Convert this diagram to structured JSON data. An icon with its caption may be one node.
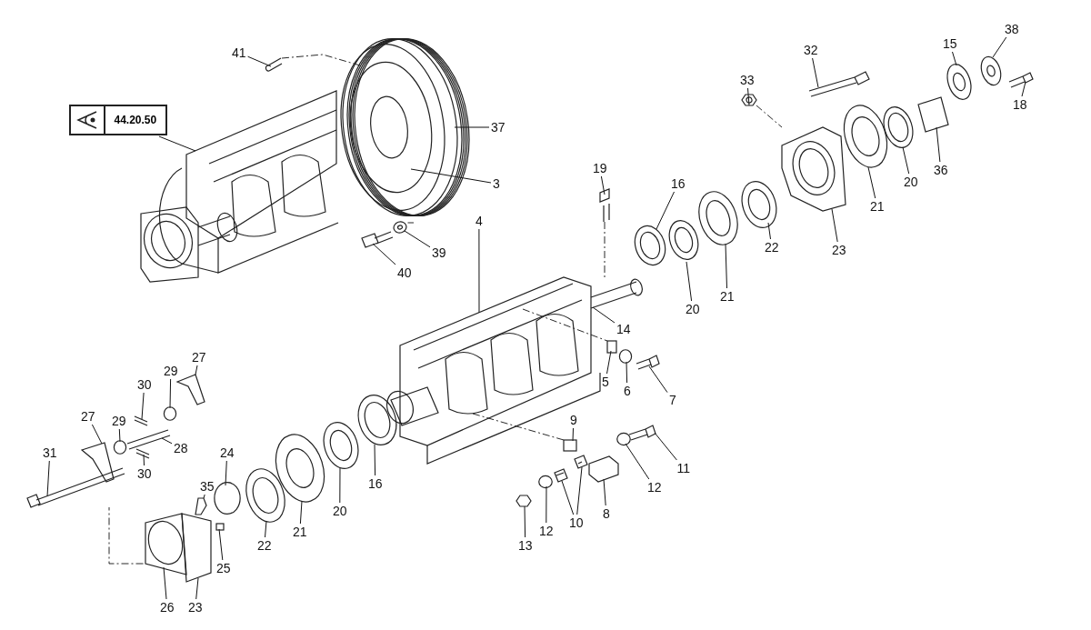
{
  "diagram": {
    "nodes": [
      {
        "text": [
          "41"
        ]
      },
      {
        "text": [
          "44.20.50"
        ]
      },
      {
        "text": [
          "37"
        ]
      },
      {
        "text": [
          "3"
        ]
      },
      {
        "text": [
          "39"
        ]
      },
      {
        "text": [
          "40"
        ]
      },
      {
        "text": [
          "4"
        ]
      },
      {
        "text": [
          "19"
        ]
      },
      {
        "text": [
          "16"
        ]
      },
      {
        "text": [
          "20"
        ]
      },
      {
        "text": [
          "21"
        ]
      },
      {
        "text": [
          "22"
        ]
      },
      {
        "text": [
          "14"
        ]
      },
      {
        "text": [
          "5"
        ]
      },
      {
        "text": [
          "6"
        ]
      },
      {
        "text": [
          "7"
        ]
      },
      {
        "text": [
          "33"
        ]
      },
      {
        "text": [
          "32"
        ]
      },
      {
        "text": [
          "15"
        ]
      },
      {
        "text": [
          "38"
        ]
      },
      {
        "text": [
          "18"
        ]
      },
      {
        "text": [
          "36"
        ]
      },
      {
        "text": [
          "20"
        ]
      },
      {
        "text": [
          "21"
        ]
      },
      {
        "text": [
          "23"
        ]
      },
      {
        "text": [
          "9"
        ]
      },
      {
        "text": [
          "11"
        ]
      },
      {
        "text": [
          "12"
        ]
      },
      {
        "text": [
          "8"
        ]
      },
      {
        "text": [
          "10"
        ]
      },
      {
        "text": [
          "12"
        ]
      },
      {
        "text": [
          "13"
        ]
      },
      {
        "text": [
          "16"
        ]
      },
      {
        "text": [
          "20"
        ]
      },
      {
        "text": [
          "21"
        ]
      },
      {
        "text": [
          "22"
        ]
      },
      {
        "text": [
          "24"
        ]
      },
      {
        "text": [
          "35"
        ]
      },
      {
        "text": [
          "25"
        ]
      },
      {
        "text": [
          "26"
        ]
      },
      {
        "text": [
          "23"
        ]
      },
      {
        "text": [
          "27"
        ]
      },
      {
        "text": [
          "29"
        ]
      },
      {
        "text": [
          "30"
        ]
      },
      {
        "text": [
          "27"
        ]
      },
      {
        "text": [
          "29"
        ]
      },
      {
        "text": [
          "28"
        ]
      },
      {
        "text": [
          "30"
        ]
      },
      {
        "text": [
          "31"
        ]
      },
      {
        "text": [],
        "shape": "picture"
      },
      {
        "text": [],
        "shape": "picture"
      },
      {
        "text": [],
        "shape": "picture"
      },
      {
        "text": [],
        "shape": "picture"
      },
      {
        "text": [],
        "shape": "picture"
      },
      {
        "text": [],
        "shape": "picture"
      },
      {
        "text": [],
        "shape": "picture"
      },
      {
        "text": [],
        "shape": "picture"
      },
      {
        "text": [],
        "shape": "picture"
      },
      {
        "text": [],
        "shape": "picture"
      },
      {
        "text": [],
        "shape": "picture"
      },
      {
        "text": [],
        "shape": "picture"
      },
      {
        "text": [],
        "shape": "picture"
      },
      {
        "text": [],
        "shape": "box"
      },
      {
        "text": [],
        "shape": "circle"
      },
      {
        "text": [],
        "shape": "picture"
      },
      {
        "text": [],
        "shape": "picture"
      },
      {
        "text": [],
        "shape": "picture"
      },
      {
        "text": [],
        "shape": "picture"
      },
      {
        "text": [],
        "shape": "picture"
      },
      {
        "text": [],
        "shape": "picture"
      },
      {
        "text": [],
        "shape": "picture"
      },
      {
        "text": [],
        "shape": "picture"
      },
      {
        "text": [],
        "shape": "picture"
      },
      {
        "text": [],
        "shape": "picture"
      },
      {
        "text": [],
        "shape": "box"
      },
      {
        "text": [],
        "shape": "picture"
      },
      {
        "text": [],
        "shape": "circle"
      },
      {
        "text": [],
        "shape": "picture"
      },
      {
        "text": [],
        "shape": "picture"
      },
      {
        "text": [],
        "shape": "picture"
      },
      {
        "text": [],
        "shape": "circle"
      },
      {
        "text": [],
        "shape": "picture"
      },
      {
        "text": [],
        "shape": "picture"
      },
      {
        "text": [],
        "shape": "picture"
      },
      {
        "text": [],
        "shape": "picture"
      },
      {
        "text": [],
        "shape": "picture"
      },
      {
        "text": [],
        "shape": "circle"
      },
      {
        "text": [],
        "shape": "picture"
      },
      {
        "text": [],
        "shape": "box"
      },
      {
        "text": [],
        "shape": "picture"
      },
      {
        "text": [],
        "shape": "picture"
      },
      {
        "text": [],
        "shape": "picture"
      },
      {
        "text": [],
        "shape": "circle"
      },
      {
        "text": [],
        "shape": "picture"
      },
      {
        "text": [],
        "shape": "picture"
      },
      {
        "text": [],
        "shape": "circle"
      },
      {
        "text": [],
        "shape": "picture"
      },
      {
        "text": [],
        "shape": "picture"
      },
      {
        "text": [],
        "shape": "picture"
      }
    ],
    "edges": [
      {
        "from": 0,
        "to": 49,
        "arrow": "none"
      },
      {
        "from": 1,
        "to": 50,
        "arrow": "none"
      },
      {
        "from": 2,
        "to": 51,
        "arrow": "none"
      },
      {
        "from": 3,
        "to": 52,
        "arrow": "none"
      },
      {
        "from": 4,
        "to": 53,
        "arrow": "none"
      },
      {
        "from": 5,
        "to": 54,
        "arrow": "none"
      },
      {
        "from": 6,
        "to": 55,
        "arrow": "none"
      },
      {
        "from": 7,
        "to": 56,
        "arrow": "none"
      },
      {
        "from": 8,
        "to": 57,
        "arrow": "none"
      },
      {
        "from": 9,
        "to": 58,
        "arrow": "none"
      },
      {
        "from": 10,
        "to": 59,
        "arrow": "none"
      },
      {
        "from": 11,
        "to": 60,
        "arrow": "none"
      },
      {
        "from": 12,
        "to": 61,
        "arrow": "none"
      },
      {
        "from": 13,
        "to": 62,
        "arrow": "none"
      },
      {
        "from": 14,
        "to": 63,
        "arrow": "none"
      },
      {
        "from": 15,
        "to": 64,
        "arrow": "none"
      },
      {
        "from": 16,
        "to": 65,
        "arrow": "none"
      },
      {
        "from": 17,
        "to": 66,
        "arrow": "none"
      },
      {
        "from": 18,
        "to": 67,
        "arrow": "none"
      },
      {
        "from": 19,
        "to": 68,
        "arrow": "none"
      },
      {
        "from": 20,
        "to": 69,
        "arrow": "none"
      },
      {
        "from": 21,
        "to": 70,
        "arrow": "none"
      },
      {
        "from": 22,
        "to": 71,
        "arrow": "none"
      },
      {
        "from": 23,
        "to": 72,
        "arrow": "none"
      },
      {
        "from": 24,
        "to": 73,
        "arrow": "none"
      },
      {
        "from": 25,
        "to": 74,
        "arrow": "none"
      },
      {
        "from": 26,
        "to": 75,
        "arrow": "none"
      },
      {
        "from": 27,
        "to": 76,
        "arrow": "none"
      },
      {
        "from": 28,
        "to": 77,
        "arrow": "none"
      },
      {
        "from": 29,
        "to": 78,
        "arrow": "none"
      },
      {
        "from": 29,
        "to": 79,
        "arrow": "none"
      },
      {
        "from": 30,
        "to": 80,
        "arrow": "none"
      },
      {
        "from": 31,
        "to": 81,
        "arrow": "none"
      },
      {
        "from": 32,
        "to": 82,
        "arrow": "none"
      },
      {
        "from": 33,
        "to": 83,
        "arrow": "none"
      },
      {
        "from": 34,
        "to": 84,
        "arrow": "none"
      },
      {
        "from": 35,
        "to": 85,
        "arrow": "none"
      },
      {
        "from": 36,
        "to": 86,
        "arrow": "none"
      },
      {
        "from": 37,
        "to": 87,
        "arrow": "none"
      },
      {
        "from": 38,
        "to": 88,
        "arrow": "none"
      },
      {
        "from": 39,
        "to": 89,
        "arrow": "none"
      },
      {
        "from": 40,
        "to": 90,
        "arrow": "none"
      },
      {
        "from": 41,
        "to": 91,
        "arrow": "none"
      },
      {
        "from": 42,
        "to": 92,
        "arrow": "none"
      },
      {
        "from": 43,
        "to": 93,
        "arrow": "none"
      },
      {
        "from": 44,
        "to": 94,
        "arrow": "none"
      },
      {
        "from": 45,
        "to": 95,
        "arrow": "none"
      },
      {
        "from": 46,
        "to": 96,
        "arrow": "none"
      },
      {
        "from": 47,
        "to": 97,
        "arrow": "none"
      },
      {
        "from": 48,
        "to": 98,
        "arrow": "none"
      },
      {
        "from": 49,
        "to": 51,
        "arrow": "none",
        "style": "dashed"
      },
      {
        "from": 51,
        "to": 53,
        "arrow": "none",
        "style": "dashed"
      },
      {
        "from": 65,
        "to": 73,
        "arrow": "none",
        "style": "dashed"
      },
      {
        "from": 55,
        "to": 62,
        "arrow": "none",
        "style": "dashed"
      },
      {
        "from": 56,
        "to": 61,
        "arrow": "none",
        "style": "dashed"
      },
      {
        "from": 55,
        "to": 74,
        "arrow": "none",
        "style": "dashed"
      },
      {
        "from": 89,
        "to": 98,
        "arrow": "none",
        "style": "dashed"
      }
    ]
  }
}
